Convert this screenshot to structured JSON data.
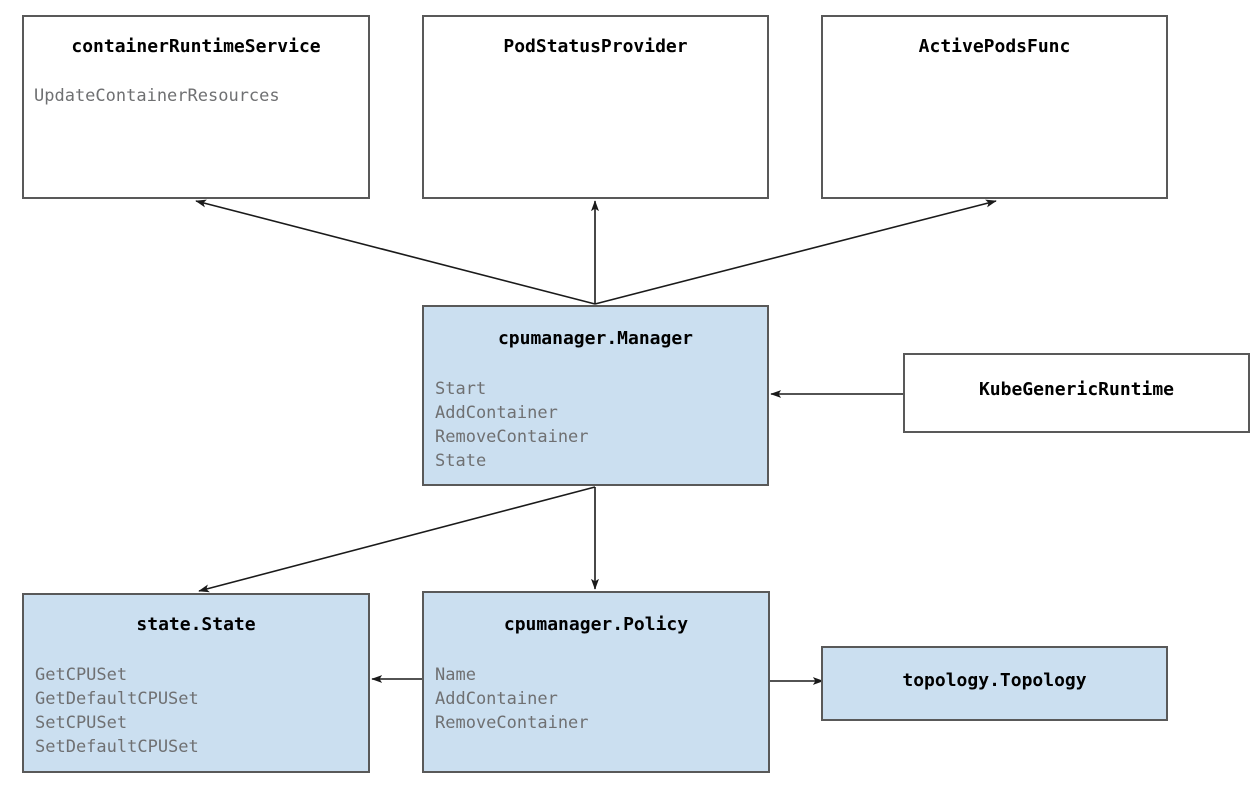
{
  "diagram": {
    "type": "uml-interface-dependency-diagram",
    "background_color": "#ffffff",
    "colors": {
      "node_fill_highlight": "#cbdff0",
      "node_fill_plain": "#ffffff",
      "node_border": "#595959",
      "title_text": "#000000",
      "member_text": "#6f7072",
      "edge_stroke": "#1a1a1a"
    },
    "nodes": [
      {
        "id": "container-runtime-service",
        "title": "containerRuntimeService",
        "filled": false,
        "members": [
          "UpdateContainerResources"
        ]
      },
      {
        "id": "pod-status-provider",
        "title": "PodStatusProvider",
        "filled": false,
        "members": []
      },
      {
        "id": "active-pods-func",
        "title": "ActivePodsFunc",
        "filled": false,
        "members": []
      },
      {
        "id": "cpumanager-manager",
        "title": "cpumanager.Manager",
        "filled": true,
        "members": [
          "Start",
          "AddContainer",
          "RemoveContainer",
          "State"
        ]
      },
      {
        "id": "kube-generic-runtime",
        "title": "KubeGenericRuntime",
        "filled": false,
        "members": []
      },
      {
        "id": "state-state",
        "title": "state.State",
        "filled": true,
        "members": [
          "GetCPUSet",
          "GetDefaultCPUSet",
          "SetCPUSet",
          "SetDefaultCPUSet"
        ]
      },
      {
        "id": "cpumanager-policy",
        "title": "cpumanager.Policy",
        "filled": true,
        "members": [
          "Name",
          "AddContainer",
          "RemoveContainer"
        ]
      },
      {
        "id": "topology-topology",
        "title": "topology.Topology",
        "filled": true,
        "members": []
      }
    ],
    "edges": [
      {
        "id": "manager-to-container-runtime-service",
        "from": "cpumanager-manager",
        "to": "container-runtime-service",
        "arrow": "to"
      },
      {
        "id": "manager-to-pod-status-provider",
        "from": "cpumanager-manager",
        "to": "pod-status-provider",
        "arrow": "to"
      },
      {
        "id": "manager-to-active-pods-func",
        "from": "cpumanager-manager",
        "to": "active-pods-func",
        "arrow": "to"
      },
      {
        "id": "manager-to-state-state",
        "from": "cpumanager-manager",
        "to": "state-state",
        "arrow": "to"
      },
      {
        "id": "manager-to-cpumanager-policy",
        "from": "cpumanager-manager",
        "to": "cpumanager-policy",
        "arrow": "to"
      },
      {
        "id": "kube-generic-runtime-to-manager",
        "from": "kube-generic-runtime",
        "to": "cpumanager-manager",
        "arrow": "to"
      },
      {
        "id": "policy-to-state-state",
        "from": "cpumanager-policy",
        "to": "state-state",
        "arrow": "to"
      },
      {
        "id": "policy-to-topology",
        "from": "cpumanager-policy",
        "to": "topology-topology",
        "arrow": "to"
      }
    ]
  }
}
